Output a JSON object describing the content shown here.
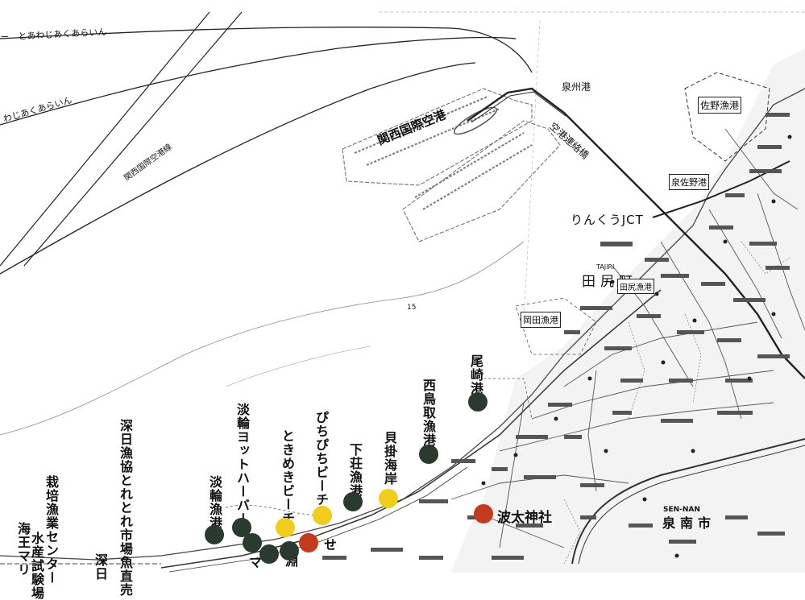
{
  "map": {
    "airport": "関西国際空港",
    "izumisano_port": "泉州港",
    "sano_fish_port": "佐野漁港",
    "izumisano_port2": "泉佐野港",
    "rinku_jct": "りんくうJCT",
    "tajiri_town": "田尻町",
    "tajiri_fish_port": "田尻漁港",
    "okada_fish_port": "岡田漁港",
    "sennan_city": "泉南市",
    "sennan_roman": "SEN-NAN",
    "tajiri_roman": "TAJIRI",
    "expressway_connection": "空港連絡橋",
    "route_label": "関西国際空港線",
    "shipping_lane_top": "ー　とあわじあくあらいん",
    "shipping_lane_2": "わじあくあらいん",
    "depth_contour": "15"
  },
  "spots": [
    {
      "label": "尾崎港",
      "color": "#2b3a2e"
    },
    {
      "label": "西鳥取漁港",
      "color": "#2b3a2e"
    },
    {
      "label": "貝掛海岸",
      "color": "#f2cc1b"
    },
    {
      "label": "下荘漁港",
      "color": "#2b3a2e"
    },
    {
      "label": "ぴちぴちビーチ",
      "color": "#f2cc1b"
    },
    {
      "label": "ときめきビーチ",
      "color": "#f2cc1b"
    },
    {
      "label": "淡輪ヨットハーバー",
      "color": "#2b3a2e"
    },
    {
      "label": "淡輪漁港",
      "color": "#2b3a2e"
    },
    {
      "label": "深日漁協とれとれ市場魚直売",
      "color": "#2b3a2e"
    },
    {
      "label": "栽培漁業センター",
      "color": "#2b3a2e"
    },
    {
      "label": "水産試験場",
      "color": "#2b3a2e"
    },
    {
      "label": "海王マリ",
      "color": "#2b3a2e"
    },
    {
      "label": "深日",
      "color": "#2b3a2e"
    },
    {
      "label": "波太神社",
      "color": "#c43a1c"
    },
    {
      "label": "せ",
      "color": "#c43a1c"
    },
    {
      "label": "淵",
      "color": "#2b3a2e"
    },
    {
      "label": "マ",
      "color": "#2b3a2e"
    }
  ]
}
